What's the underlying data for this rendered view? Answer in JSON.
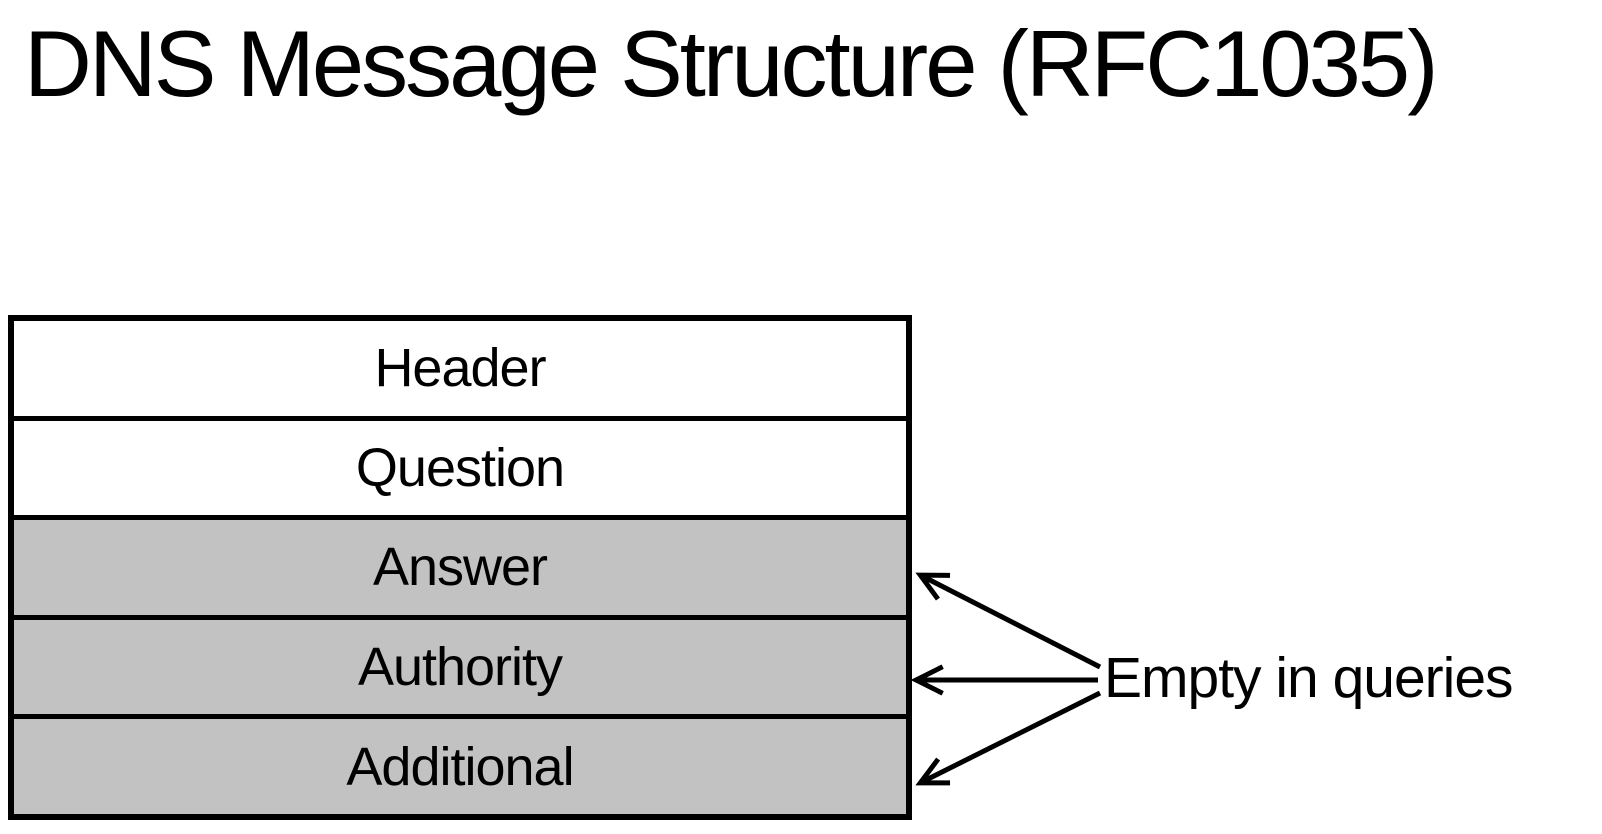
{
  "title": "DNS Message Structure (RFC1035)",
  "diagram": {
    "rows": [
      {
        "label": "Header",
        "fill": "white",
        "empty_in_queries": false
      },
      {
        "label": "Question",
        "fill": "white",
        "empty_in_queries": false
      },
      {
        "label": "Answer",
        "fill": "gray",
        "empty_in_queries": true
      },
      {
        "label": "Authority",
        "fill": "gray",
        "empty_in_queries": true
      },
      {
        "label": "Additional",
        "fill": "gray",
        "empty_in_queries": true
      }
    ],
    "annotation": {
      "label": "Empty in queries"
    }
  },
  "colors": {
    "background": "#ffffff",
    "row_white": "#ffffff",
    "row_gray": "#c2c2c2",
    "border": "#000000",
    "text": "#000000"
  }
}
